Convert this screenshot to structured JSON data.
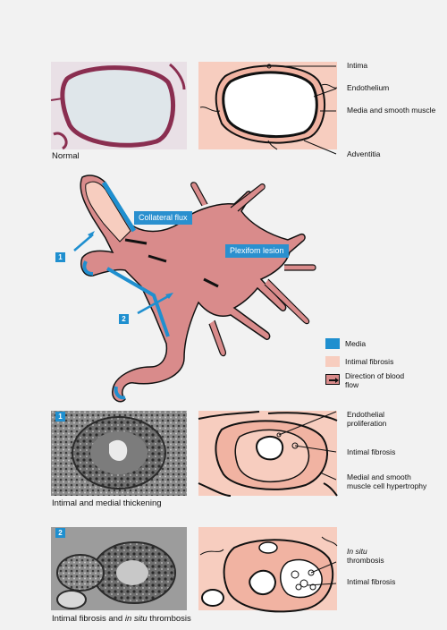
{
  "normal": {
    "caption": "Normal",
    "labels": {
      "intima": "Intima",
      "endothelium": "Endothelium",
      "media": "Media and smooth muscle",
      "adventitia": "Adventitia"
    }
  },
  "diagram": {
    "collateral_flux": "Collateral flux",
    "plexiform_lesion": "Plexifom lesion",
    "badge1": "1",
    "badge2": "2"
  },
  "legend": {
    "media": "Media",
    "intimal_fibrosis": "Intimal fibrosis",
    "direction": "Direction of blood flow",
    "colors": {
      "media": "#1f8fcf",
      "intimal_fibrosis": "#f7cdbf",
      "vessel": "#d98b8b"
    }
  },
  "panel1": {
    "badge": "1",
    "caption": "Intimal and medial thickening",
    "labels": {
      "endothelial": "Endothelial proliferation",
      "intimal_fibrosis": "Intimal fibrosis",
      "medial": "Medial and smooth muscle cell hypertrophy"
    }
  },
  "panel2": {
    "badge": "2",
    "caption_a": "Intimal fibrosis and ",
    "caption_b": "in situ",
    "caption_c": " thrombosis",
    "labels": {
      "insitu_a": "In situ",
      "insitu_b": "thrombosis",
      "intimal_fibrosis": "Intimal fibrosis"
    }
  }
}
